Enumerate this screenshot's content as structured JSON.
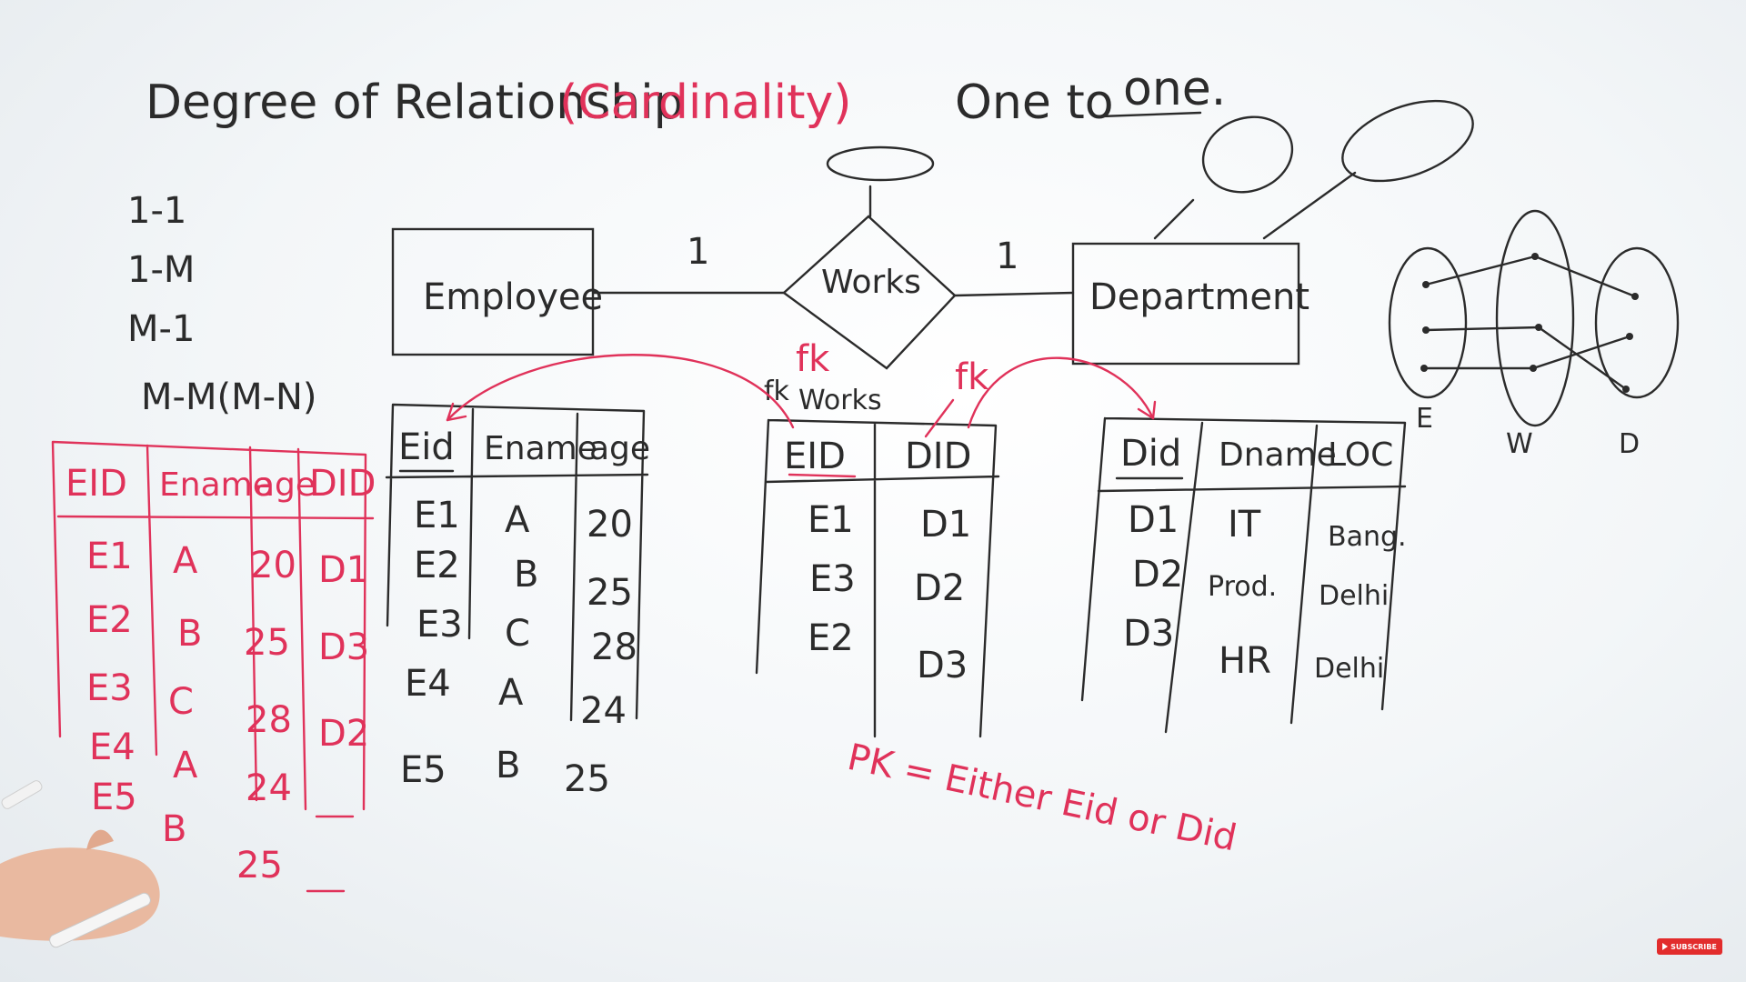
{
  "title": {
    "main": "Degree of Relationship",
    "cardinality": "(Cardinality)",
    "one_to": "One to",
    "one": "one."
  },
  "types": [
    "1-1",
    "1-M",
    "M-1",
    "M-M(M-N)"
  ],
  "er": {
    "left_entity": "Employee",
    "relationship": "Works",
    "right_entity": "Department",
    "left_card": "1",
    "right_card": "1"
  },
  "merged_table": {
    "headers": [
      "EID",
      "Ename",
      "age",
      "DID"
    ],
    "rows": [
      [
        "E1",
        "A",
        "20",
        "D1"
      ],
      [
        "E2",
        "B",
        "25",
        "D3"
      ],
      [
        "E3",
        "C",
        "28",
        "D2"
      ],
      [
        "E4",
        "A",
        "24",
        ""
      ],
      [
        "E5",
        "B",
        "25",
        ""
      ]
    ]
  },
  "employee_table": {
    "headers": [
      "Eid",
      "Ename",
      "age"
    ],
    "rows": [
      [
        "E1",
        "A",
        "20"
      ],
      [
        "E2",
        "B",
        "25"
      ],
      [
        "E3",
        "C",
        "28"
      ],
      [
        "E4",
        "A",
        "24"
      ],
      [
        "E5",
        "B",
        "25"
      ]
    ]
  },
  "works_table": {
    "label": "Works",
    "fk_left": "fk",
    "fk_top": "fk",
    "fk_right": "fk",
    "headers": [
      "EID",
      "DID"
    ],
    "rows": [
      [
        "E1",
        "D1"
      ],
      [
        "E3",
        "D2"
      ],
      [
        "E2",
        "D3"
      ]
    ]
  },
  "department_table": {
    "headers": [
      "Did",
      "Dname",
      "LOC"
    ],
    "rows": [
      [
        "D1",
        "IT",
        "Bang."
      ],
      [
        "D2",
        "Prod.",
        "Delhi"
      ],
      [
        "D3",
        "HR",
        "Delhi"
      ]
    ]
  },
  "pk_note": "PK = Either Eid or Did",
  "mapping": {
    "labels": [
      "E",
      "W",
      "D"
    ]
  },
  "badge": {
    "subscribe": "SUBSCRIBE"
  },
  "colors": {
    "ink": "#2b2b2b",
    "marker_red": "#e0325a",
    "board": "#f3f6f8"
  }
}
